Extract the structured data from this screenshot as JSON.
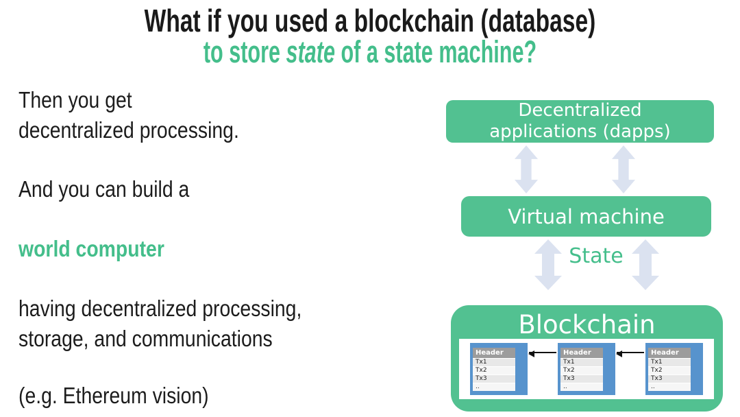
{
  "colors": {
    "green_box": "#52C191",
    "green_text": "#44BE8B",
    "arrow": "#DBE2F0",
    "block_blue": "#5793CD",
    "header_gray": "#9C9C9C",
    "black": "#1A1A1A"
  },
  "title": {
    "line1": "What if you used a blockchain (database)",
    "line2_prefix": "to store ",
    "line2_emph": "state",
    "line2_suffix": " of a state machine?"
  },
  "left_text": {
    "para1": [
      "Then you get",
      "decentralized processing."
    ],
    "para2": "And you can build a",
    "highlight": "world computer",
    "para3": [
      "having decentralized processing,",
      "storage, and communications"
    ],
    "para4": "(e.g. Ethereum vision)"
  },
  "diagram": {
    "dapps": [
      "Decentralized",
      "applications (dapps)"
    ],
    "vm": "Virtual machine",
    "state": "State",
    "blockchain": "Blockchain",
    "block": {
      "header": "Header",
      "rows": [
        "Tx1",
        "Tx2",
        "Tx3",
        ".."
      ]
    }
  }
}
